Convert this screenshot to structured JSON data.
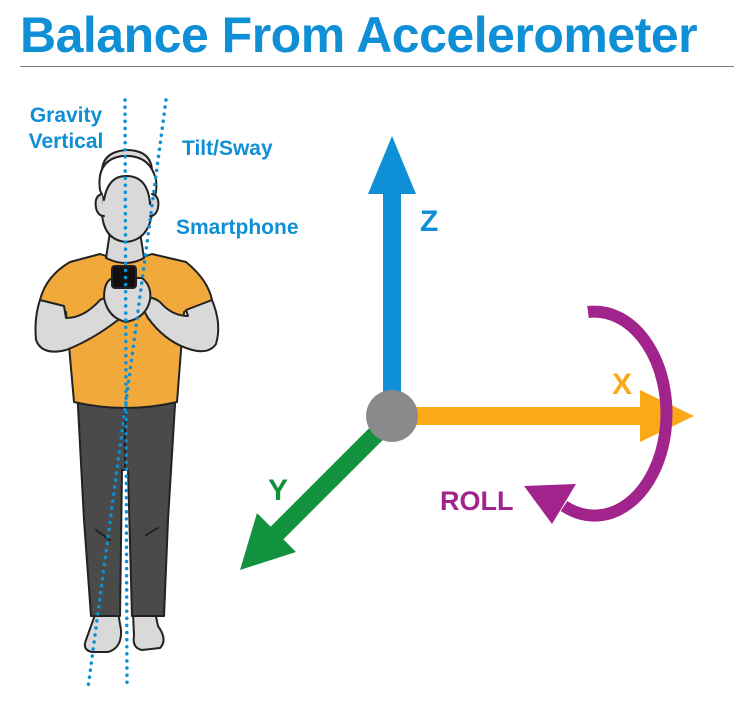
{
  "title": "Balance From Accelerometer",
  "labels": {
    "gravity_line1": "Gravity",
    "gravity_line2": "Vertical",
    "tilt": "Tilt/Sway",
    "smartphone": "Smartphone",
    "z_axis": "Z",
    "x_axis": "X",
    "y_axis": "Y",
    "roll": "ROLL"
  },
  "colors": {
    "title": "#0e8fd6",
    "z_axis": "#0e8fd6",
    "x_axis": "#fba919",
    "y_axis": "#12923e",
    "roll": "#a1248d",
    "origin": "#8a8a8c",
    "shirt": "#f2a93b",
    "pants": "#4a4a4a",
    "skin": "#d9d9d9"
  }
}
